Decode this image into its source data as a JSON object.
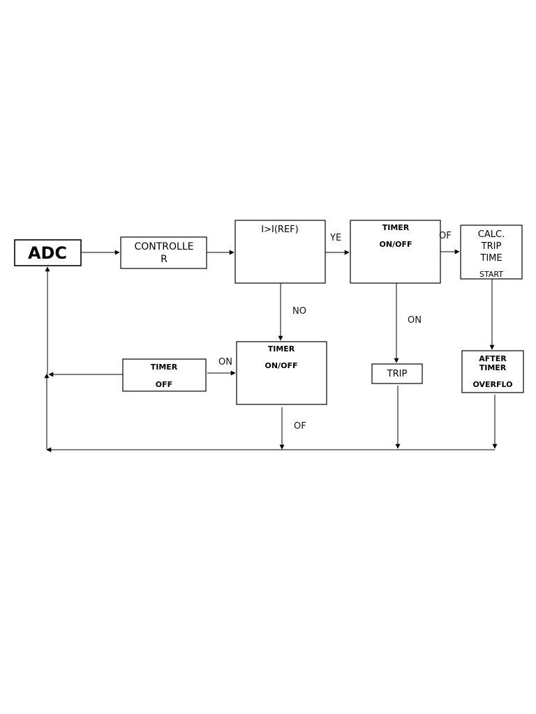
{
  "nodes": {
    "adc": "ADC",
    "controller": [
      "CONTROLLE",
      "R"
    ],
    "compare": "I>I(REF)",
    "timer_main": [
      "TIMER",
      "ON/OFF"
    ],
    "calc": [
      "CALC.",
      "TRIP",
      "TIME",
      "START"
    ],
    "timer_mid": [
      "TIMER",
      "ON/OFF"
    ],
    "timer_off": [
      "TIMER",
      "OFF"
    ],
    "trip": "TRIP",
    "after": [
      "AFTER",
      "TIMER",
      "OVERFLO"
    ]
  },
  "edges": {
    "yes": "YE",
    "of_top": "OF",
    "no": "NO",
    "on_trip": "ON",
    "on_left": "ON",
    "of_bottom": "OF"
  }
}
